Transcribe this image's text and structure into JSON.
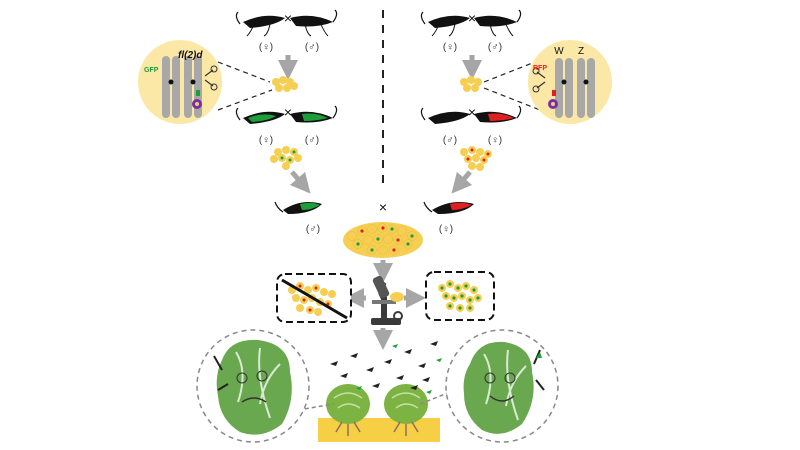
{
  "symbols": {
    "cross": "×",
    "female": "(♀)",
    "male": "(♂)"
  },
  "left_inset": {
    "marker": "GFP",
    "gene": "fl(2)d"
  },
  "right_inset": {
    "marker": "RFP",
    "chromosome_w": "W",
    "chromosome_z": "Z"
  },
  "colors": {
    "egg": "#f6cf52",
    "inset_bg": "#fce8a6",
    "gfp": "#1e9e3a",
    "rfp": "#e02020",
    "plant": "#7cb342",
    "soil": "#f7cf45",
    "arrow": "#a6a6a6"
  }
}
